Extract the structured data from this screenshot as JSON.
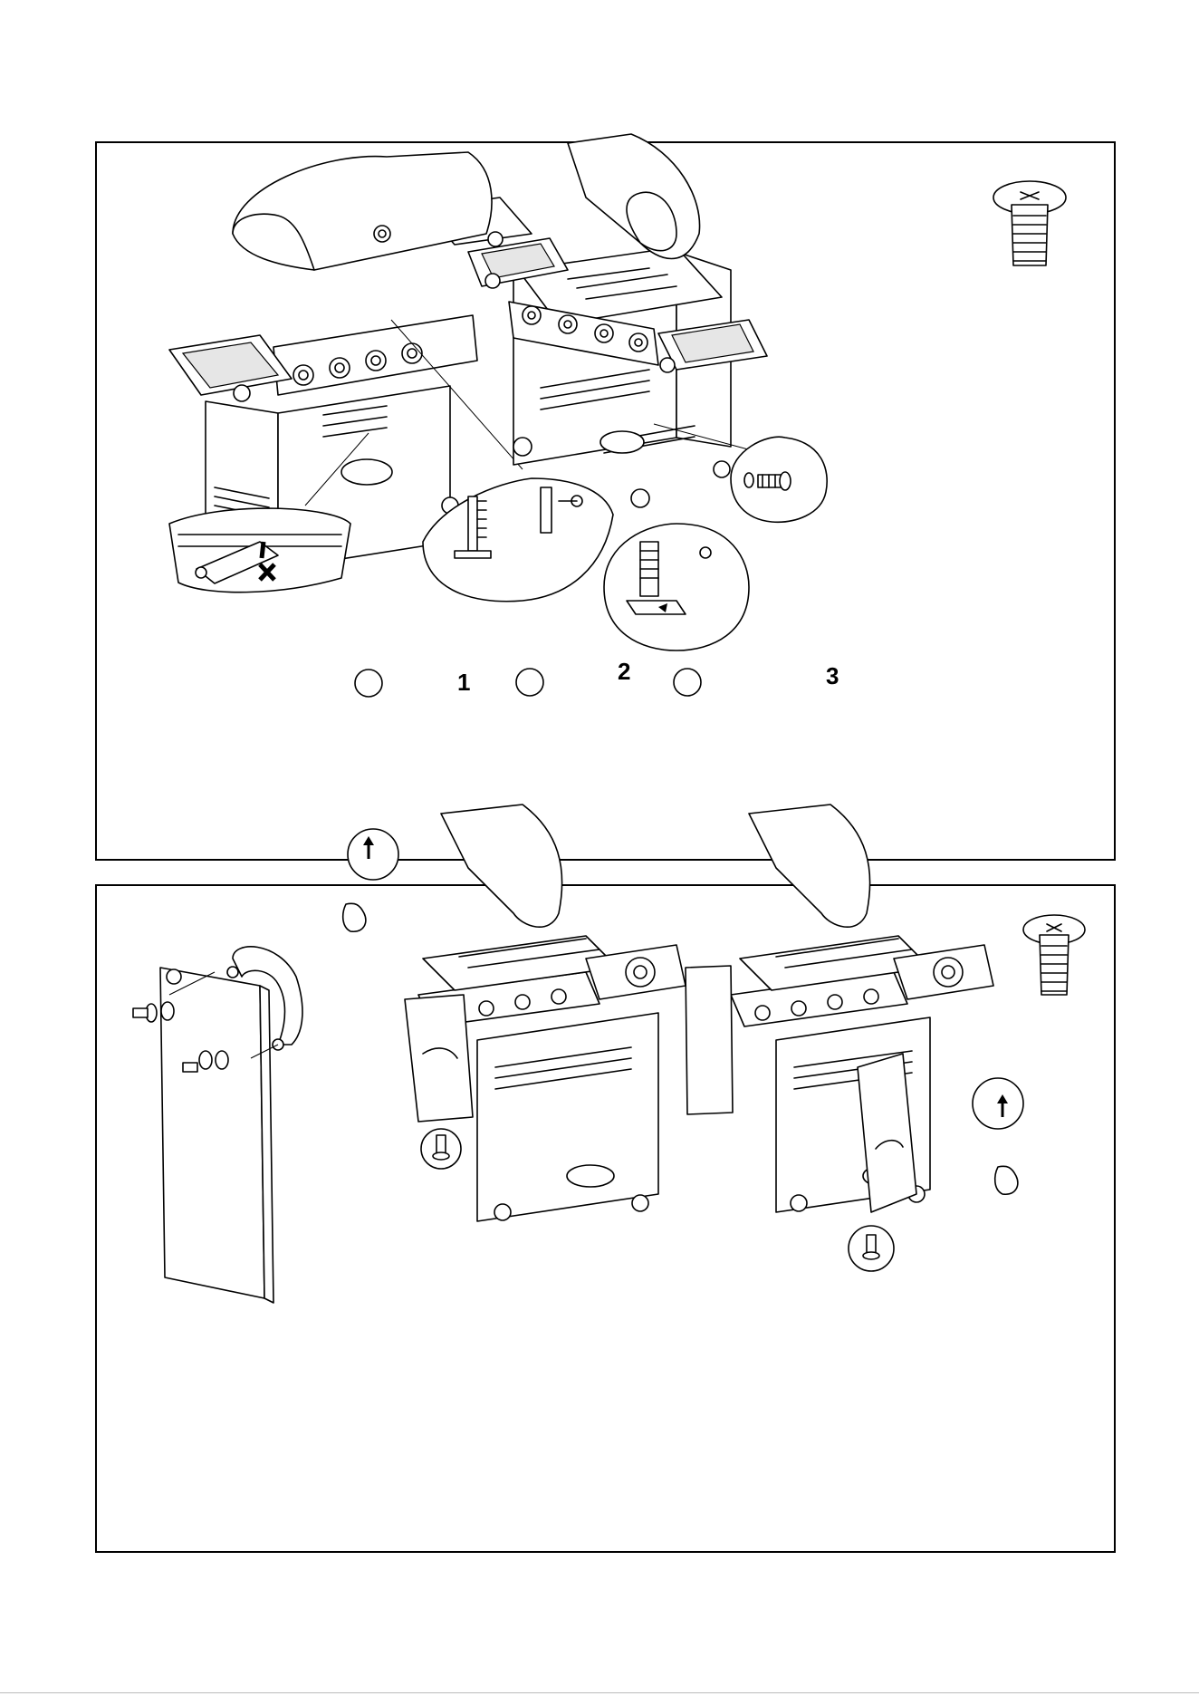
{
  "steps": {
    "callout_1": "1",
    "callout_2": "2",
    "callout_3": "3"
  },
  "icons": {
    "screw": "screw-icon",
    "cross": "x-mark-icon",
    "arrow_up": "arrow-up-icon",
    "thumbs_up": "thumbs-up-icon",
    "rotate": "rotate-arrow-icon"
  }
}
